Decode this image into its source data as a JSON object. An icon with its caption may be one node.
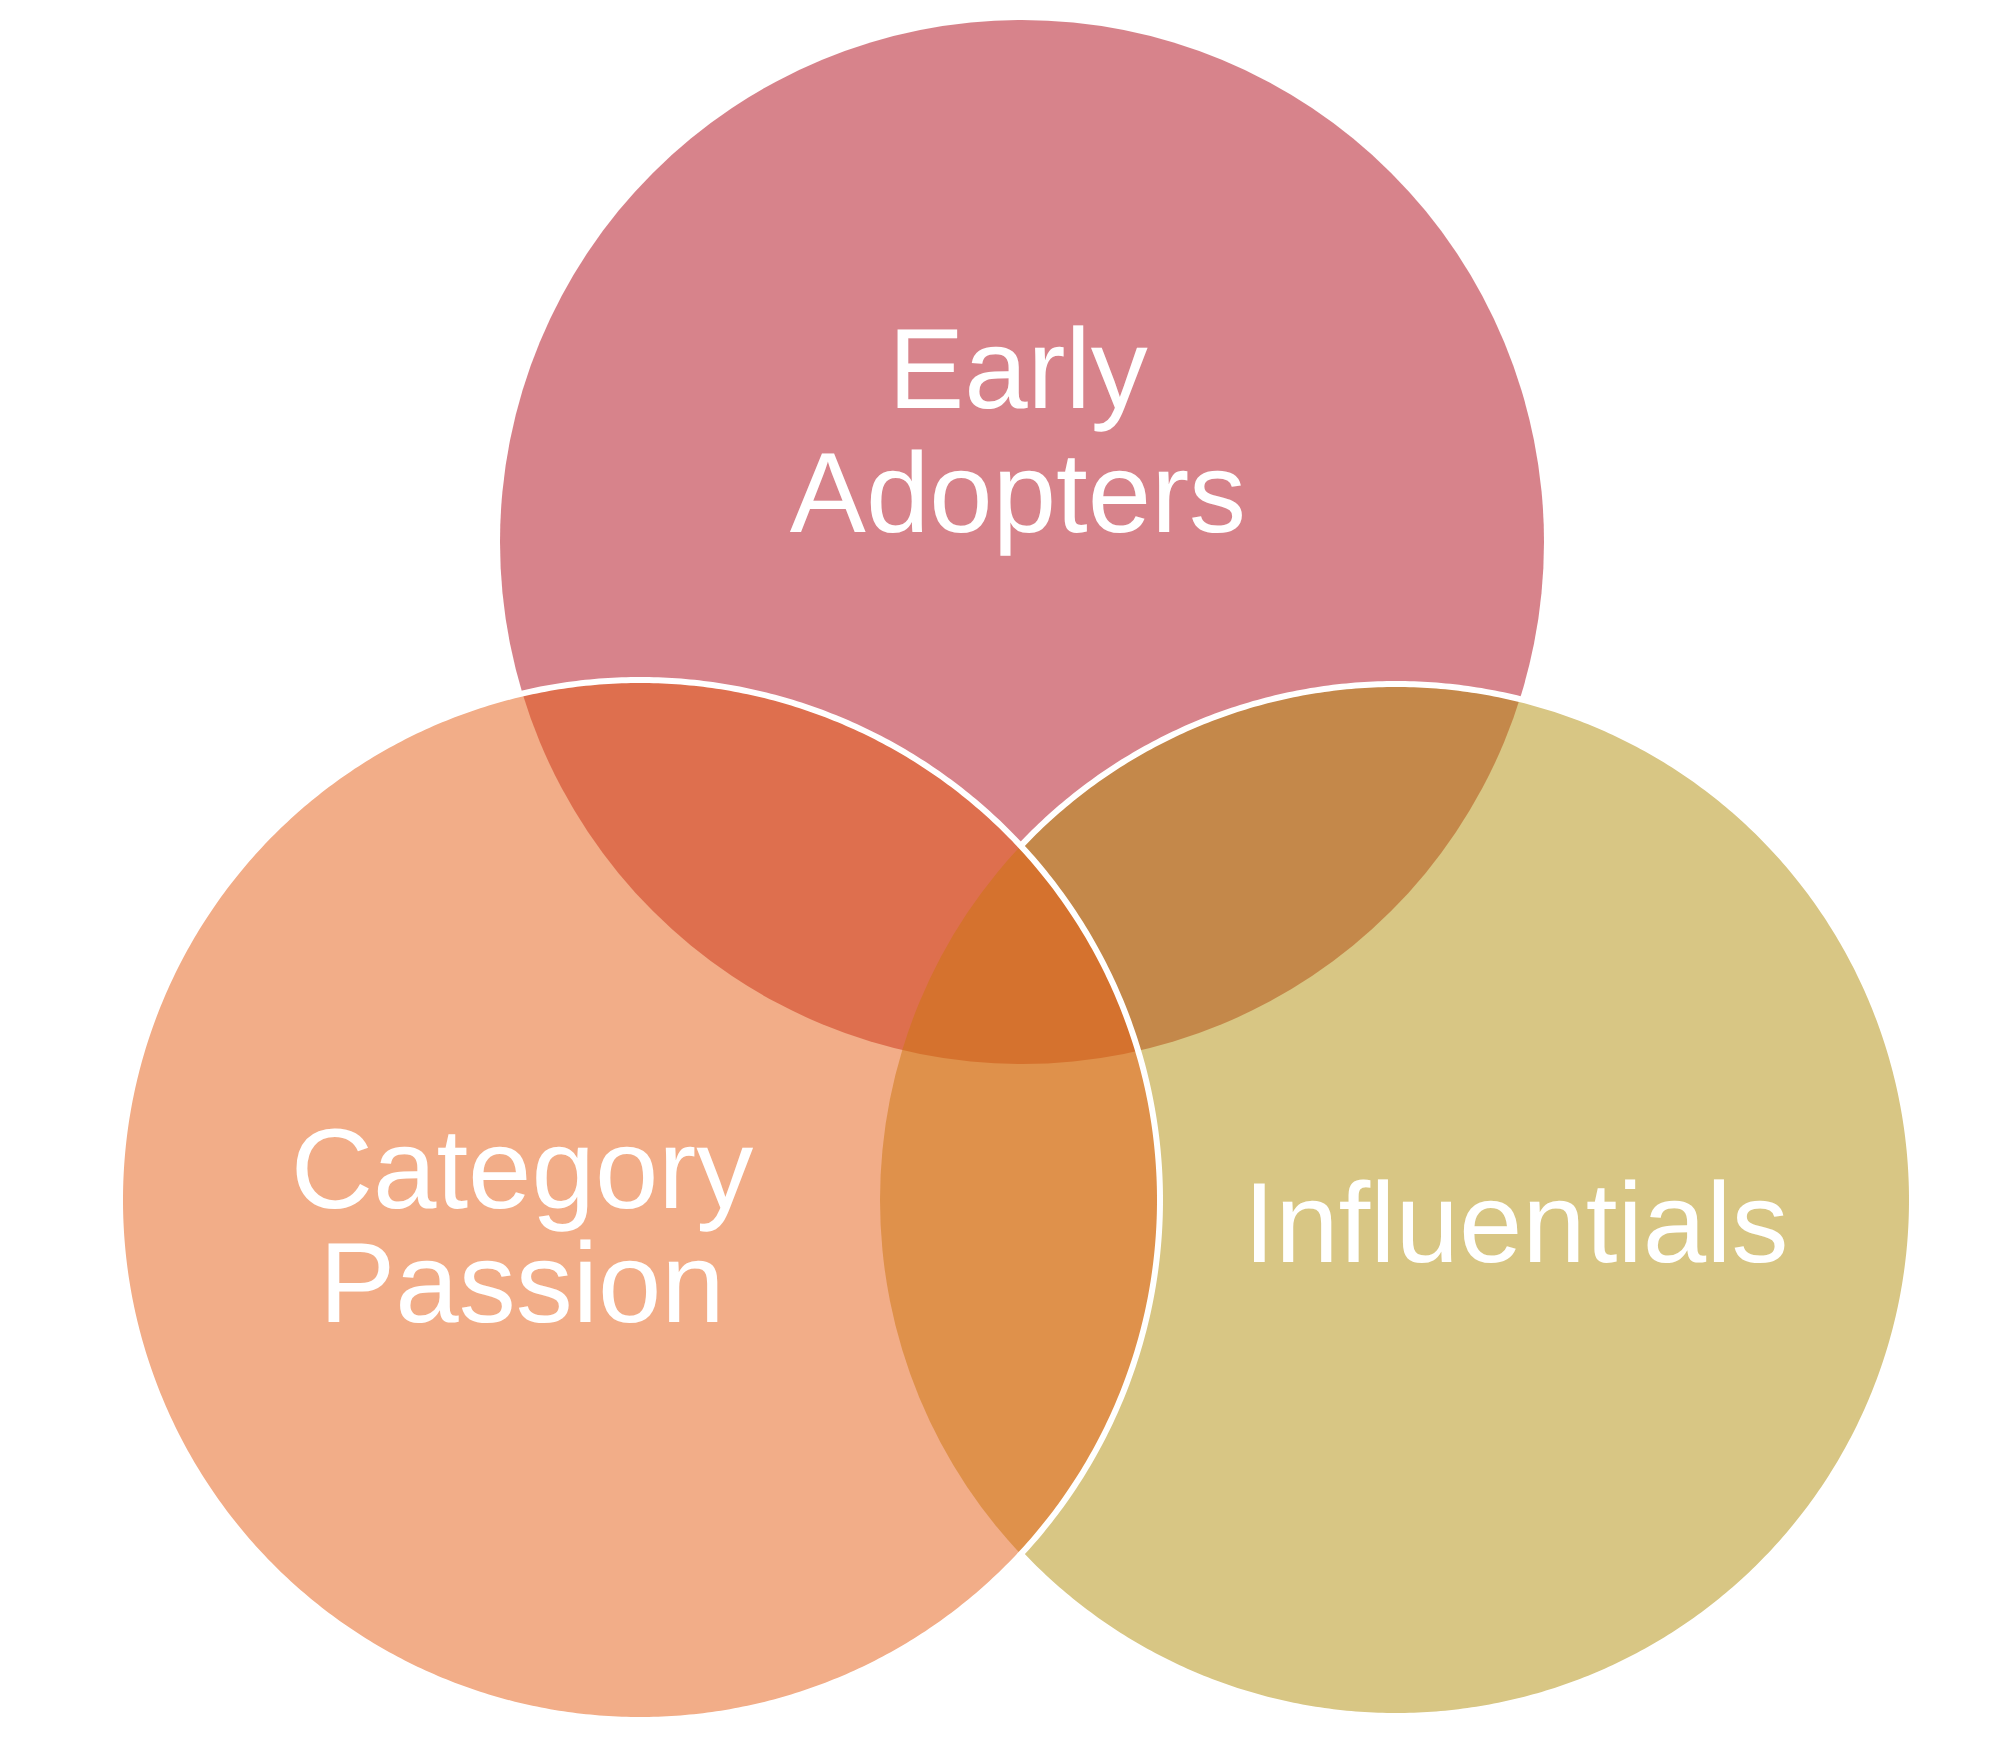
{
  "diagram": {
    "nodes": [
      {
        "text": [
          "Early Adopters"
        ]
      },
      {
        "text": [
          "Category Passion"
        ]
      },
      {
        "text": [
          "Influentials"
        ]
      }
    ]
  }
}
